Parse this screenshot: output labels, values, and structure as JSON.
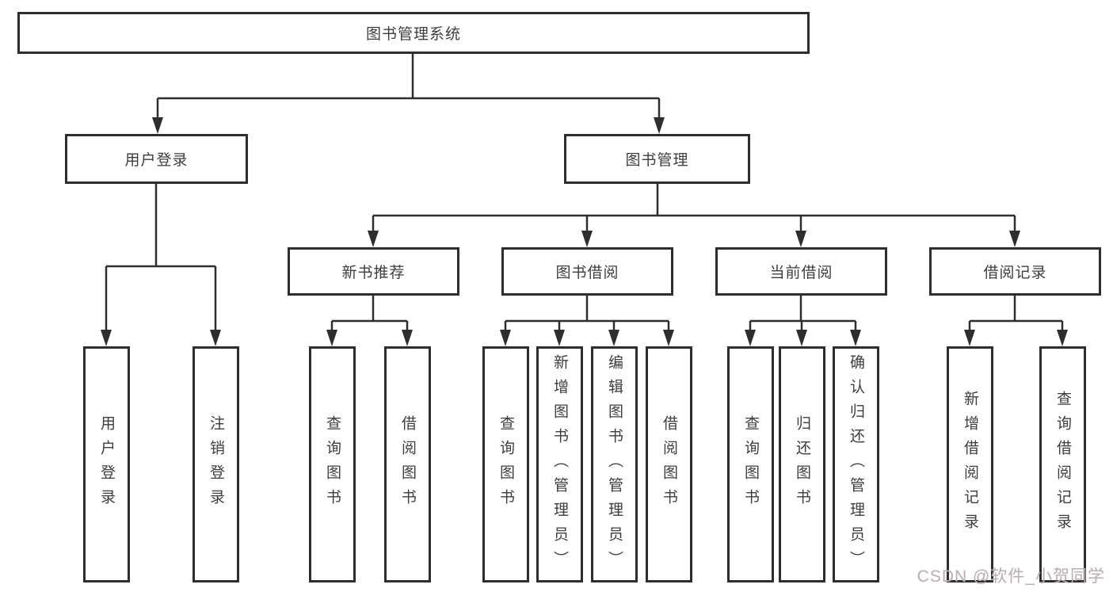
{
  "diagram": {
    "root": "图书管理系统",
    "level2": {
      "user_login": "用户登录",
      "book_mgmt": "图书管理"
    },
    "level3": {
      "new_book": "新书推荐",
      "book_borrow": "图书借阅",
      "current_borrow": "当前借阅",
      "borrow_record": "借阅记录"
    },
    "leaves": {
      "user_login": [
        "用户登录",
        "注销登录"
      ],
      "new_book": [
        "查询图书",
        "借阅图书"
      ],
      "book_borrow": [
        "查询图书",
        "新增图书（管理员）",
        "编辑图书（管理员）",
        "借阅图书"
      ],
      "current_borrow": [
        "查询图书",
        "归还图书",
        "确认归还（管理员）"
      ],
      "borrow_record": [
        "新增借阅记录",
        "查询借阅记录"
      ]
    }
  },
  "watermark": "CSDN @软件_小贺同学",
  "colors": {
    "line": "#2e2e2e",
    "text": "#3d3d3d",
    "watermark": "#b9b2b2"
  }
}
